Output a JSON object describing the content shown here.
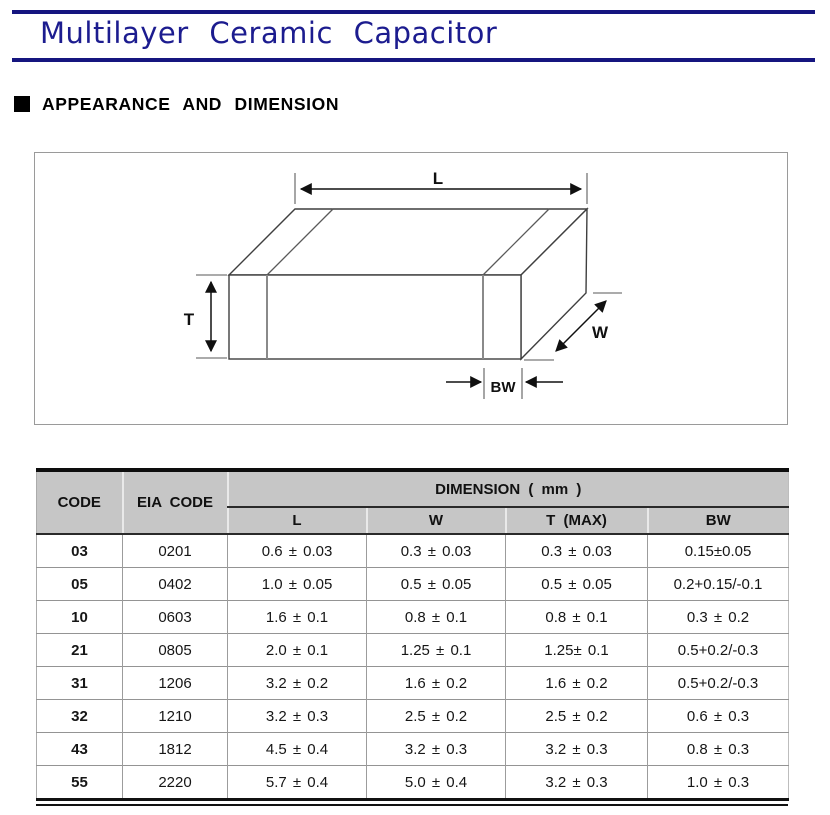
{
  "page": {
    "title": "Multilayer Ceramic Capacitor",
    "section_heading": "APPEARANCE AND DIMENSION"
  },
  "colors": {
    "accent_navy": "#15157f",
    "title_text_navy": "#1c1c8f",
    "table_header_gray": "#c6c6c6"
  },
  "diagram": {
    "labels": {
      "length": "L",
      "thickness": "T",
      "width": "W",
      "band_width": "BW"
    }
  },
  "table": {
    "headers": {
      "code": "CODE",
      "eia_code": "EIA CODE",
      "dimension_group": "DIMENSION ( mm )",
      "l": "L",
      "w": "W",
      "t_max": "T (MAX)",
      "bw": "BW"
    },
    "rows": [
      {
        "code": "03",
        "eia": "0201",
        "l": "0.6 ± 0.03",
        "w": "0.3 ± 0.03",
        "t": "0.3 ± 0.03",
        "bw": "0.15±0.05"
      },
      {
        "code": "05",
        "eia": "0402",
        "l": "1.0 ± 0.05",
        "w": "0.5 ± 0.05",
        "t": "0.5 ± 0.05",
        "bw": "0.2+0.15/-0.1"
      },
      {
        "code": "10",
        "eia": "0603",
        "l": "1.6 ± 0.1",
        "w": "0.8 ± 0.1",
        "t": "0.8 ± 0.1",
        "bw": "0.3 ± 0.2"
      },
      {
        "code": "21",
        "eia": "0805",
        "l": "2.0 ± 0.1",
        "w": "1.25 ± 0.1",
        "t": "1.25± 0.1",
        "bw": "0.5+0.2/-0.3"
      },
      {
        "code": "31",
        "eia": "1206",
        "l": "3.2 ± 0.2",
        "w": "1.6 ± 0.2",
        "t": "1.6 ± 0.2",
        "bw": "0.5+0.2/-0.3"
      },
      {
        "code": "32",
        "eia": "1210",
        "l": "3.2 ± 0.3",
        "w": "2.5 ± 0.2",
        "t": "2.5 ± 0.2",
        "bw": "0.6 ± 0.3"
      },
      {
        "code": "43",
        "eia": "1812",
        "l": "4.5 ± 0.4",
        "w": "3.2 ± 0.3",
        "t": "3.2 ± 0.3",
        "bw": "0.8 ± 0.3"
      },
      {
        "code": "55",
        "eia": "2220",
        "l": "5.7 ± 0.4",
        "w": "5.0 ± 0.4",
        "t": "3.2 ± 0.3",
        "bw": "1.0 ± 0.3"
      }
    ]
  }
}
